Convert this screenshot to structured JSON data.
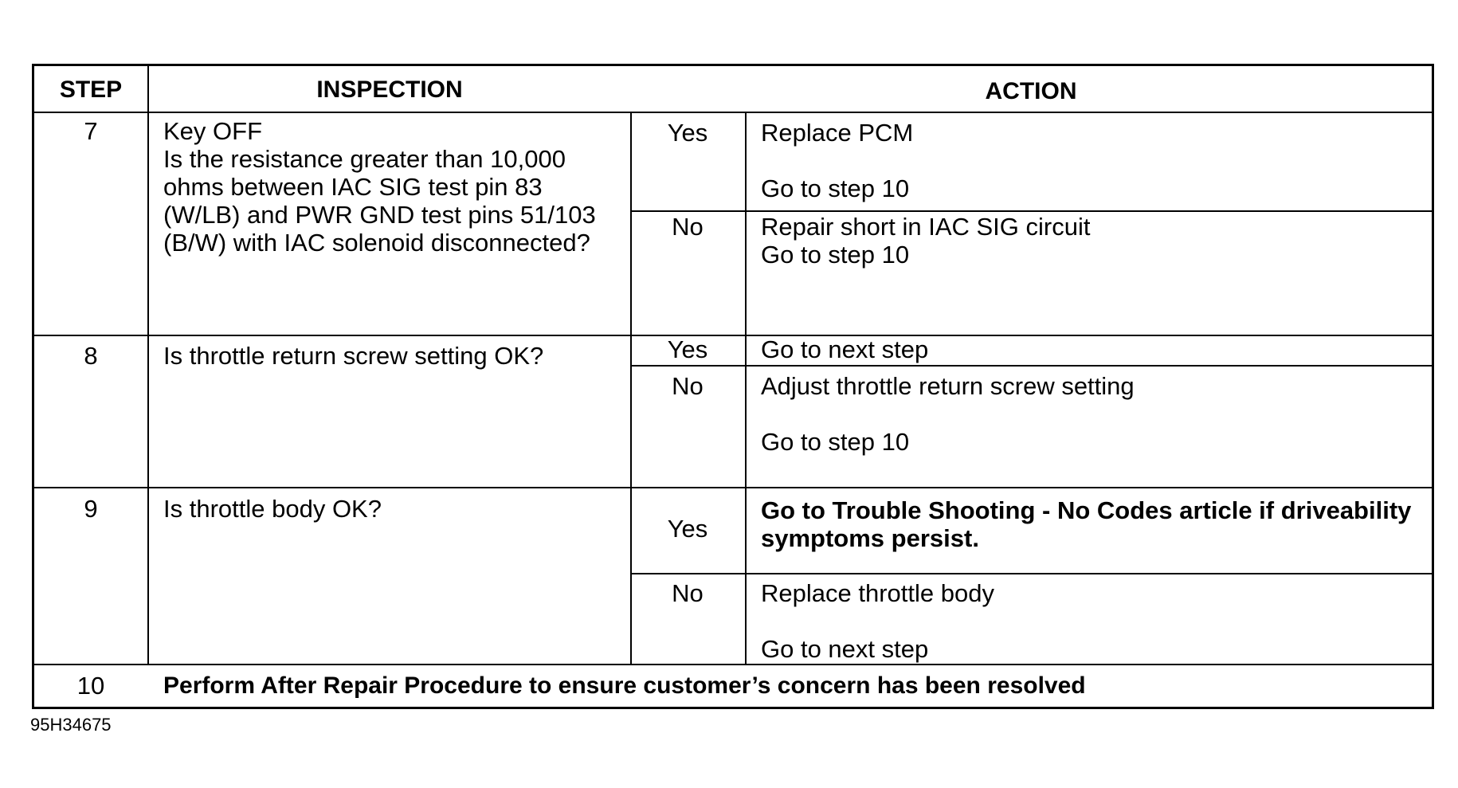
{
  "header": {
    "step": "STEP",
    "inspection": "INSPECTION",
    "action": "ACTION"
  },
  "rows": [
    {
      "step": "7",
      "inspection": "Key OFF\nIs the resistance greater than 10,000 ohms between IAC SIG test pin 83 (W/LB) and PWR GND test pins 51/103 (B/W) with IAC solenoid disconnected?",
      "yes_label": "Yes",
      "yes_action_1": "Replace PCM",
      "yes_action_2": "Go to step 10",
      "no_label": "No",
      "no_action_1": "Repair short in IAC SIG circuit",
      "no_action_2": "Go to step 10"
    },
    {
      "step": "8",
      "inspection": "Is throttle return screw setting OK?",
      "yes_label": "Yes",
      "yes_action_1": "Go to next step",
      "no_label": "No",
      "no_action_1": "Adjust throttle return screw setting",
      "no_action_2": "Go to step 10"
    },
    {
      "step": "9",
      "inspection": "Is throttle body OK?",
      "yes_label": "Yes",
      "yes_action_1": "Go to Trouble Shooting - No Codes article if driveability symptoms persist.",
      "no_label": "No",
      "no_action_1": "Replace throttle body",
      "no_action_2": "Go to next step"
    }
  ],
  "final": {
    "step": "10",
    "text": "Perform After Repair Procedure to ensure customer’s concern has been resolved"
  },
  "figure_ref": "95H34675"
}
